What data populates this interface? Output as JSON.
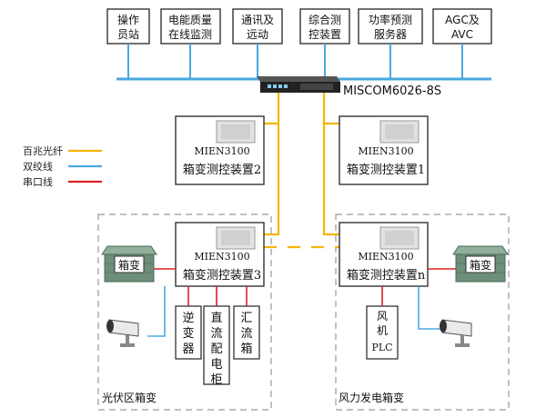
{
  "top_boxes": [
    {
      "line1": "操作",
      "line2": "员站"
    },
    {
      "line1": "电能质量",
      "line2": "在线监测"
    },
    {
      "line1": "通讯及",
      "line2": "远动"
    },
    {
      "line1": "综合测",
      "line2": "控装置"
    },
    {
      "line1": "功率预测",
      "line2": "服务器"
    },
    {
      "line1": "AGC及",
      "line2": "AVC"
    }
  ],
  "switch_label": "MISCOM6026-8S",
  "legend": [
    {
      "label": "百兆光纤",
      "color": "#f5b400"
    },
    {
      "label": "双绞线",
      "color": "#4aa8e0"
    },
    {
      "label": "串口线",
      "color": "#e02020"
    }
  ],
  "devices": [
    {
      "model": "MIEN3100",
      "name": "箱变测控装置2"
    },
    {
      "model": "MIEN3100",
      "name": "箱变测控装置1"
    },
    {
      "model": "MIEN3100",
      "name": "箱变测控装置3"
    },
    {
      "model": "MIEN3100",
      "name": "箱变测控装置n"
    }
  ],
  "pv_area": {
    "title": "光伏区箱变",
    "box_label": "箱变",
    "items": [
      "逆变器",
      "直流配电柜",
      "汇流箱"
    ]
  },
  "wind_area": {
    "title": "风力发电箱变",
    "box_label": "箱变",
    "plc_lines": [
      "风",
      "机",
      "PLC"
    ]
  },
  "icons": [
    "camera-icon",
    "substation-icon",
    "switch-icon",
    "device-module-icon"
  ]
}
